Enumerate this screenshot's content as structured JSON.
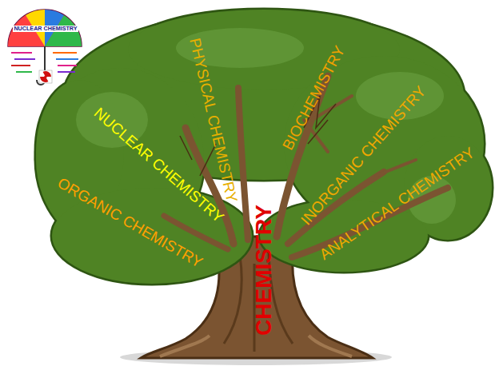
{
  "diagram": {
    "labels": [
      "NUCLEAR CHEMISTRY",
      "PHYSICAL CHEMISTRY",
      "BIOCHEMISTRY",
      "INORGANIC CHEMISTRY",
      "NUCLEAR CHEMISTRY",
      "ANALYTICAL CHEMISTRY",
      "ORGANIC CHEMISTRY",
      "CHEMISTRY"
    ]
  }
}
